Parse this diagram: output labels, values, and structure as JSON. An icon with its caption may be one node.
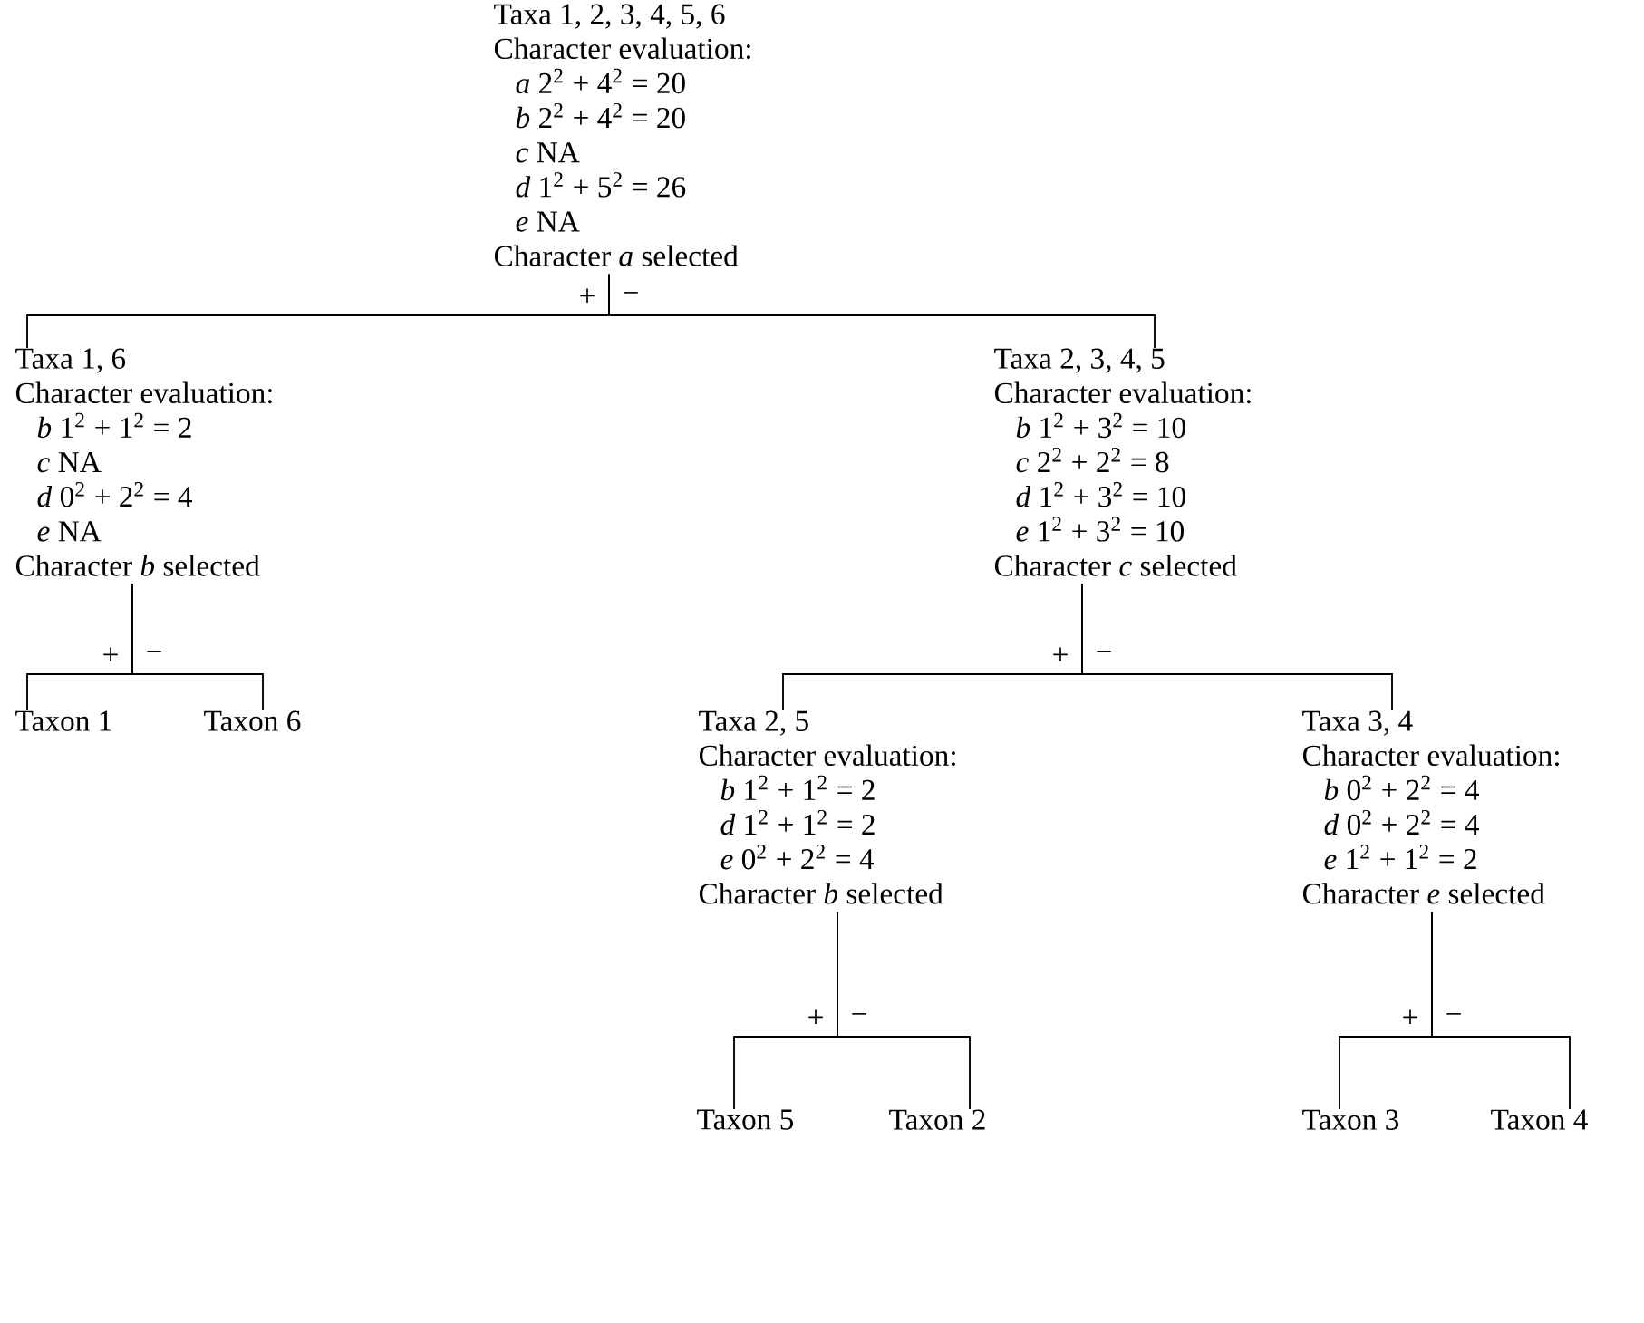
{
  "diagram": {
    "nodes": [
      {
        "text": [
          "Taxa 1, 2, 3, 4, 5, 6",
          "Character evaluation:",
          "*a* 2$^{2}$ + 4$^{2}$ = 20",
          "*b* 2$^{2}$ + 4$^{2}$ = 20",
          "*c* NA",
          "*d* 1$^{2}$ + 5$^{2}$ = 26",
          "*e* NA",
          "Character *a* selected"
        ]
      },
      {
        "text": [
          "Taxa 1, 6",
          "Character evaluation:",
          "*b* 1$^{2}$ + 1$^{2}$ = 2",
          "*c* NA",
          "*d* 0$^{2}$ + 2$^{2}$ = 4",
          "*e* NA",
          "Character *b* selected"
        ]
      },
      {
        "text": [
          "Taxa 2, 3, 4, 5",
          "Character evaluation:",
          "*b* 1$^{2}$ + 3$^{2}$ = 10",
          "*c* 2$^{2}$ + 2$^{2}$ = 8",
          "*d* 1$^{2}$ + 3$^{2}$ = 10",
          "*e* 1$^{2}$ + 3$^{2}$ = 10",
          "Character *c* selected"
        ]
      },
      {
        "text": [
          "Taxon 1"
        ]
      },
      {
        "text": [
          "Taxon 6"
        ]
      },
      {
        "text": [
          "Taxa 2, 5",
          "Character evaluation:",
          "*b* 1$^{2}$ + 1$^{2}$ = 2",
          "*d* 1$^{2}$ + 1$^{2}$ = 2",
          "*e* 0$^{2}$ + 2$^{2}$ = 4",
          "Character *b* selected"
        ]
      },
      {
        "text": [
          "Taxa 3, 4",
          "Character evaluation:",
          "*b* 0$^{2}$ + 2$^{2}$ = 4",
          "*d* 0$^{2}$ + 2$^{2}$ = 4",
          "*e* 1$^{2}$ + 1$^{2}$ = 2",
          "Character *e* selected"
        ]
      },
      {
        "text": [
          "Taxon 5"
        ]
      },
      {
        "text": [
          "Taxon 2"
        ]
      },
      {
        "text": [
          "Taxon 3"
        ]
      },
      {
        "text": [
          "Taxon 4"
        ]
      }
    ],
    "edges": [
      {
        "from": 0,
        "to": 1,
        "arrow": "none",
        "label": "+"
      },
      {
        "from": 0,
        "to": 2,
        "arrow": "none",
        "label": "−"
      },
      {
        "from": 1,
        "to": 3,
        "arrow": "none",
        "label": "+"
      },
      {
        "from": 1,
        "to": 4,
        "arrow": "none",
        "label": "−"
      },
      {
        "from": 2,
        "to": 5,
        "arrow": "none",
        "label": "+"
      },
      {
        "from": 2,
        "to": 6,
        "arrow": "none",
        "label": "−"
      },
      {
        "from": 5,
        "to": 7,
        "arrow": "none",
        "label": "+"
      },
      {
        "from": 5,
        "to": 8,
        "arrow": "none",
        "label": "−"
      },
      {
        "from": 6,
        "to": 9,
        "arrow": "none",
        "label": "+"
      },
      {
        "from": 6,
        "to": 10,
        "arrow": "none",
        "label": "−"
      }
    ]
  }
}
